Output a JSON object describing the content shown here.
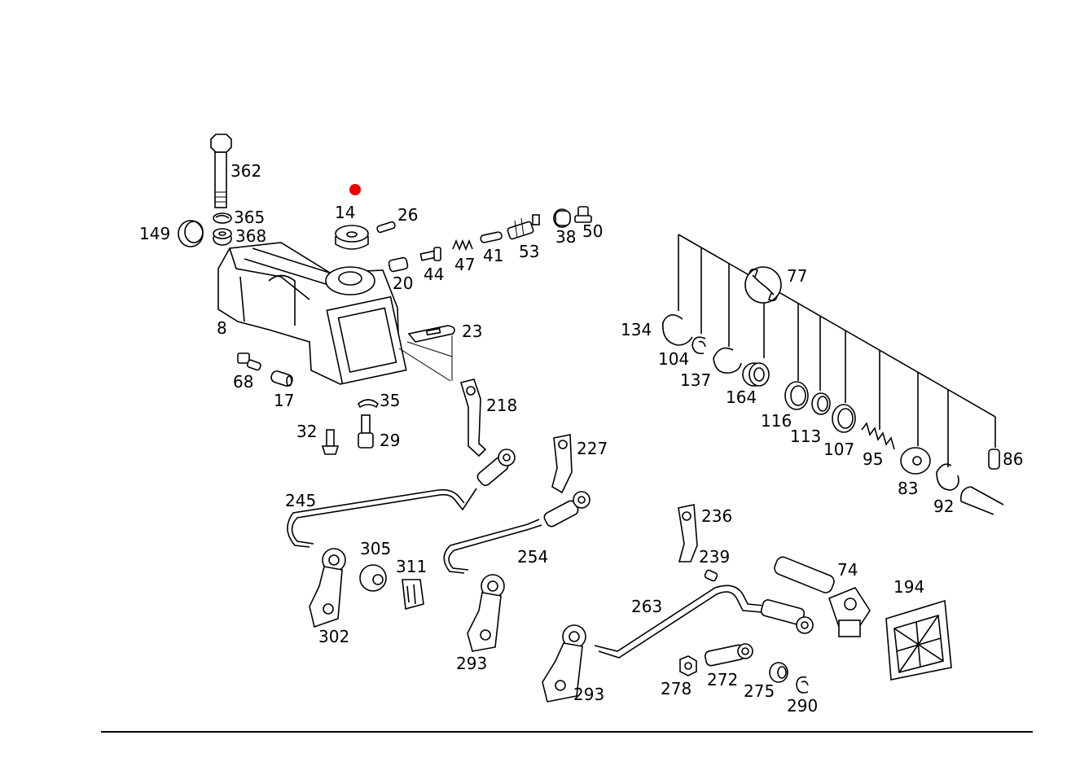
{
  "diagram": {
    "part_labels": {
      "362": "362",
      "365": "365",
      "368": "368",
      "149": "149",
      "8": "8",
      "14": "14",
      "26": "26",
      "20": "20",
      "44": "44",
      "47": "47",
      "41": "41",
      "53": "53",
      "38": "38",
      "50": "50",
      "23": "23",
      "68": "68",
      "17": "17",
      "35": "35",
      "32": "32",
      "29": "29",
      "218": "218",
      "227": "227",
      "245": "245",
      "254": "254",
      "305": "305",
      "311": "311",
      "302": "302",
      "293a": "293",
      "293b": "293",
      "236": "236",
      "239": "239",
      "263": "263",
      "74": "74",
      "194": "194",
      "278": "278",
      "272": "272",
      "275": "275",
      "290": "290",
      "77": "77",
      "134": "134",
      "104": "104",
      "137": "137",
      "164": "164",
      "116": "116",
      "113": "113",
      "107": "107",
      "95": "95",
      "83": "83",
      "92": "92",
      "86": "86"
    },
    "marker_color": "#f00000",
    "line_color": "#000000",
    "icons": [
      "wrench-icon"
    ]
  }
}
